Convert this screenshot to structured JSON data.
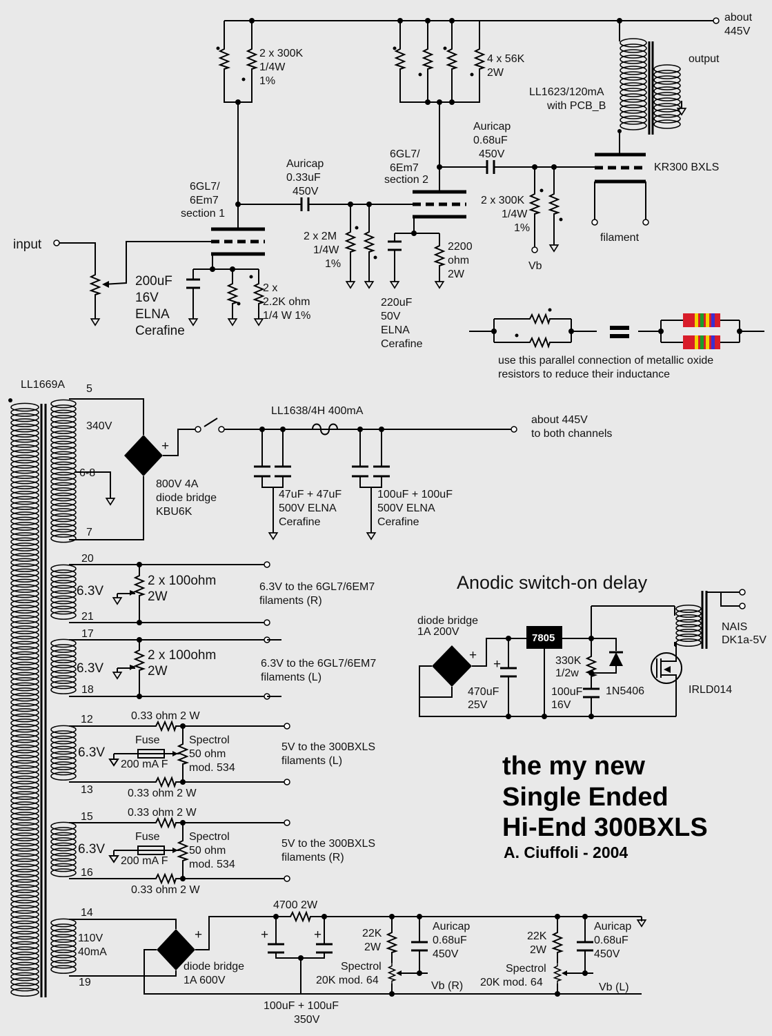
{
  "diagram": {
    "title_lines": [
      "the my new",
      "Single Ended",
      "Hi-End 300BXLS"
    ],
    "author": "A. Ciuffoli - 2004",
    "delay_title": "Anodic switch-on delay",
    "supply_top": [
      "about",
      "445V"
    ],
    "output": "output",
    "output_xfmr": [
      "LL1623/120mA",
      "with PCB_B"
    ],
    "tube_300b": "KR300 BXLS",
    "filament": "filament",
    "vb": "Vb",
    "input": "input",
    "stage1_tube": [
      "6GL7/",
      "6Em7",
      "section 1"
    ],
    "stage2_tube": [
      "6GL7/",
      "6Em7",
      "section 2"
    ],
    "r_plate1": [
      "2 x 300K",
      "1/4W",
      "1%"
    ],
    "r_plate2": [
      "4 x 56K",
      "2W"
    ],
    "cap_c1": [
      "Auricap",
      "0.33uF",
      "450V"
    ],
    "cap_c2": [
      "Auricap",
      "0.68uF",
      "450V"
    ],
    "r_grid2": [
      "2 x 2M",
      "1/4W",
      "1%"
    ],
    "r_grid3": [
      "2 x 300K",
      "1/4W",
      "1%"
    ],
    "cap_k1": [
      "200uF",
      "16V",
      "ELNA",
      "Cerafine"
    ],
    "r_k1": [
      "2 x",
      "2.2K ohm",
      "1/4 W 1%"
    ],
    "r_k2": [
      "2200",
      "ohm",
      "2W"
    ],
    "cap_k2": [
      "220uF",
      "50V",
      "ELNA",
      "Cerafine"
    ],
    "note": [
      "use this parallel connection of metallic oxide",
      "resistors to reduce their inductance"
    ],
    "mains_xfmr": "LL1669A",
    "pins": [
      "5",
      "6-8",
      "7",
      "20",
      "21",
      "17",
      "18",
      "12",
      "13",
      "15",
      "16",
      "14",
      "19"
    ],
    "hv_winding": "340V",
    "bridge_hv": [
      "800V 4A",
      "diode bridge",
      "KBU6K"
    ],
    "choke": "LL1638/4H 400mA",
    "supply_both": [
      "about  445V",
      "to both channels"
    ],
    "cap_f1": [
      "47uF + 47uF",
      "500V ELNA",
      "Cerafine"
    ],
    "cap_f2": [
      "100uF + 100uF",
      "500V ELNA",
      "Cerafine"
    ],
    "v63": "6.3V",
    "r_hum": [
      "2 x 100ohm",
      "2W"
    ],
    "fil_r": [
      "6.3V to the 6GL7/6EM7",
      "filaments (R)"
    ],
    "fil_l": [
      "6.3V to the 6GL7/6EM7",
      "filaments (L)"
    ],
    "bridge_d": [
      "diode bridge",
      "1A 200V"
    ],
    "cap_d1": [
      "470uF",
      "25V"
    ],
    "reg": "7805",
    "r_d": [
      "330K",
      "1/2w"
    ],
    "cap_d2": [
      "100uF",
      "16V"
    ],
    "diode": "1N5406",
    "relay": [
      "NAIS",
      "DK1a-5V"
    ],
    "mosfet": "IRLD014",
    "r033": "0.33 ohm 2 W",
    "fuse": [
      "Fuse",
      "200 mA F"
    ],
    "pot_fil": [
      "Spectrol",
      "50 ohm",
      "mod. 534"
    ],
    "fil5_l": [
      "5V to the 300BXLS",
      "filaments (L)"
    ],
    "fil5_r": [
      "5V to the 300BXLS",
      "filaments (R)"
    ],
    "bias_winding": [
      "110V",
      "40mA"
    ],
    "bridge_b": [
      "diode bridge",
      "1A 600V"
    ],
    "r4700": "4700 2W",
    "cap_b": [
      "100uF + 100uF",
      "350V"
    ],
    "r22k": [
      "22K",
      "2W"
    ],
    "cap_bias": [
      "Auricap",
      "0.68uF",
      "450V"
    ],
    "pot_bias": [
      "Spectrol",
      "20K mod. 64"
    ],
    "vb_r": "Vb (R)",
    "vb_l": "Vb (L)"
  }
}
